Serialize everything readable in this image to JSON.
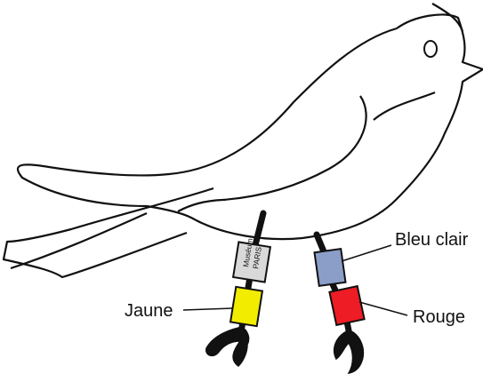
{
  "diagram": {
    "labels": {
      "jaune": "Jaune",
      "bleu_clair": "Bleu clair",
      "rouge": "Rouge"
    },
    "metal_ring": {
      "line1": "Muséum",
      "line2": "PARIS"
    },
    "colors": {
      "outline": "#111111",
      "metal_ring": "#d9d9d9",
      "jaune": "#f2ec00",
      "bleu_clair": "#8a9ec8",
      "rouge": "#ee1c24",
      "background": "#ffffff"
    }
  }
}
